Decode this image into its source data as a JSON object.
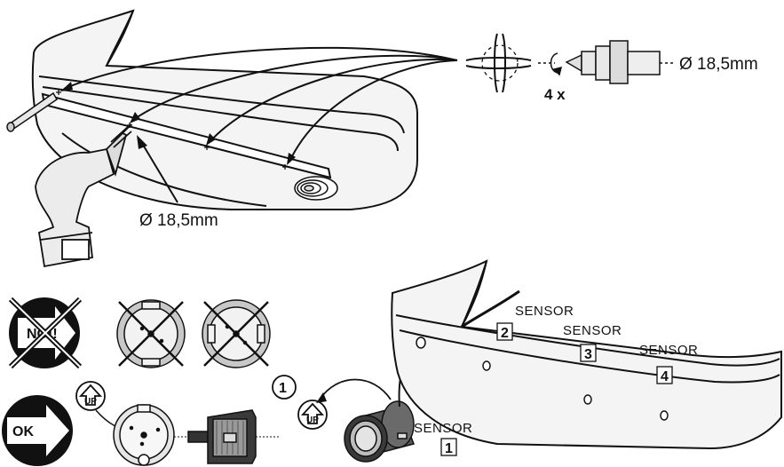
{
  "measurements": {
    "hole_diameter_top": "Ø 18,5mm",
    "hole_diameter_bumper": "Ø 18,5mm"
  },
  "counts": {
    "repeat": "4 x"
  },
  "sensors": [
    {
      "label": "SENSOR",
      "number": "1"
    },
    {
      "label": "SENSOR",
      "number": "2"
    },
    {
      "label": "SENSOR",
      "number": "3"
    },
    {
      "label": "SENSOR",
      "number": "4"
    }
  ],
  "steps": {
    "step_one": "1"
  },
  "badges": {
    "ok": "OK",
    "no": "NO!!",
    "up": "UP"
  },
  "colors": {
    "ink": "#111111",
    "fill_gray": "#d4d4d4",
    "dark_gray": "#7a7a7a",
    "black": "#000000"
  }
}
